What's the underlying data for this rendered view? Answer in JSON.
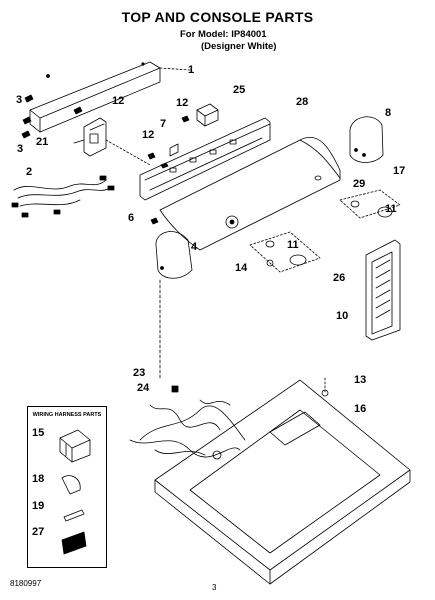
{
  "header": {
    "title": "TOP AND CONSOLE PARTS",
    "model_line": "For Model: IP84001",
    "color_line": "(Designer White)"
  },
  "callouts": [
    {
      "id": "c1",
      "label": "1"
    },
    {
      "id": "c2",
      "label": "2"
    },
    {
      "id": "c3a",
      "label": "3"
    },
    {
      "id": "c3b",
      "label": "3"
    },
    {
      "id": "c4",
      "label": "4"
    },
    {
      "id": "c6",
      "label": "6"
    },
    {
      "id": "c7",
      "label": "7"
    },
    {
      "id": "c8",
      "label": "8"
    },
    {
      "id": "c10",
      "label": "10"
    },
    {
      "id": "c11a",
      "label": "11"
    },
    {
      "id": "c11b",
      "label": "11"
    },
    {
      "id": "c12a",
      "label": "12"
    },
    {
      "id": "c12b",
      "label": "12"
    },
    {
      "id": "c12c",
      "label": "12"
    },
    {
      "id": "c13",
      "label": "13"
    },
    {
      "id": "c14",
      "label": "14"
    },
    {
      "id": "c16",
      "label": "16"
    },
    {
      "id": "c17",
      "label": "17"
    },
    {
      "id": "c21",
      "label": "21"
    },
    {
      "id": "c23",
      "label": "23"
    },
    {
      "id": "c24",
      "label": "24"
    },
    {
      "id": "c25",
      "label": "25"
    },
    {
      "id": "c26",
      "label": "26"
    },
    {
      "id": "c28",
      "label": "28"
    },
    {
      "id": "c29",
      "label": "29"
    }
  ],
  "harness_box": {
    "title": "WIRING HARNESS PARTS",
    "items": [
      "15",
      "18",
      "19",
      "27"
    ]
  },
  "footer": {
    "doc_number": "8180997",
    "page": "3"
  }
}
